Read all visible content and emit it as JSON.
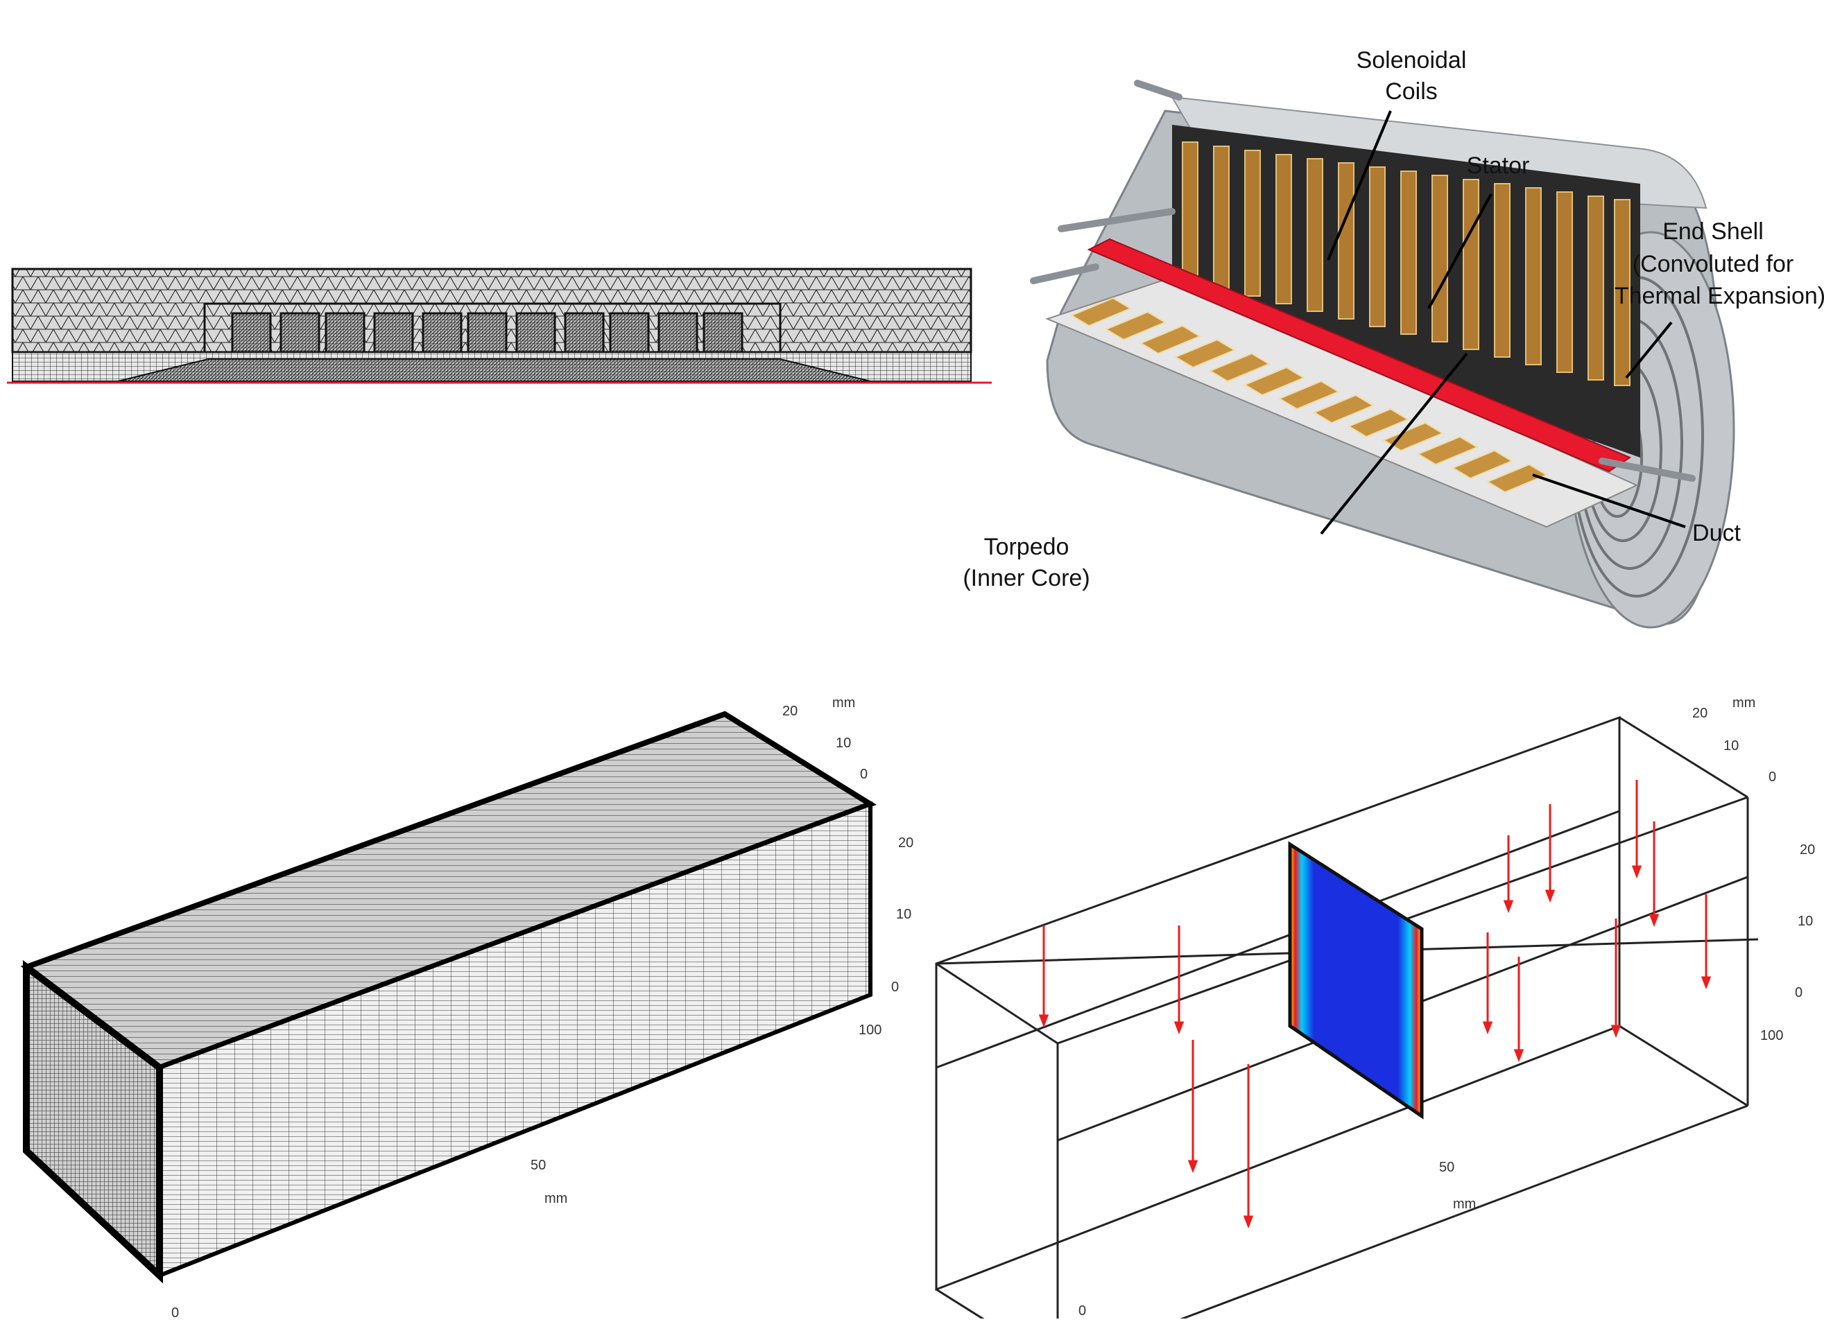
{
  "cutaway": {
    "labels": {
      "solenoidal_coils": [
        "Solenoidal",
        "Coils"
      ],
      "stator": "Stator",
      "end_shell": [
        "End Shell",
        "(Convoluted for",
        "Thermal Expansion)"
      ],
      "torpedo": [
        "Torpedo",
        "(Inner Core)"
      ],
      "duct": "Duct"
    }
  },
  "mesh_3d": {
    "unit_top": "mm",
    "z_ticks": [
      "20",
      "10",
      "0"
    ],
    "y_ticks": [
      "20",
      "10",
      "0"
    ],
    "x_end": "100",
    "x_mid": "50",
    "x_unit": "mm",
    "origin": "0"
  },
  "field_3d": {
    "unit_top": "mm",
    "z_ticks": [
      "20",
      "10",
      "0"
    ],
    "y_ticks": [
      "20",
      "10",
      "0"
    ],
    "x_end": "100",
    "x_mid": "50",
    "x_unit": "mm",
    "origin": "0"
  },
  "colors": {
    "stator_red": "#e8192c",
    "coil_brown": "#b07a30",
    "shell_grey": "#a9b0b6",
    "field_blue": "#1a2fe0",
    "arrow_red": "#ee1c1c"
  }
}
